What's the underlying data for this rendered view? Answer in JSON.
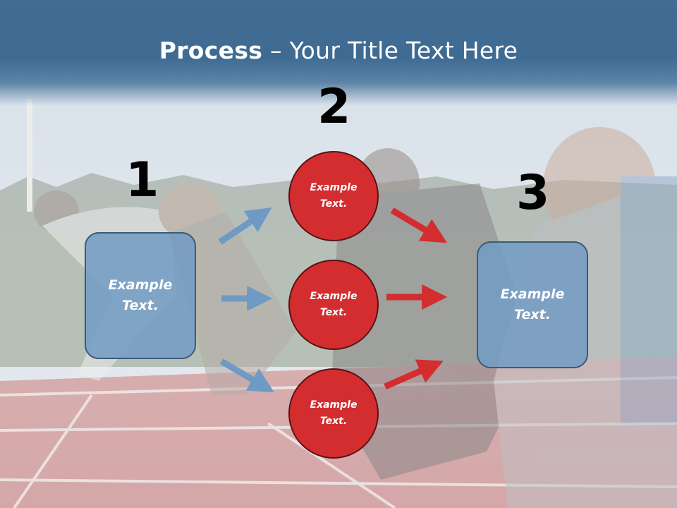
{
  "title": {
    "bold": "Process",
    "rest": " – Your Title Text Here"
  },
  "steps": [
    {
      "number": "1",
      "box_line1": "Example",
      "box_line2": "Text."
    },
    {
      "number": "2",
      "circles": [
        {
          "line1": "Example",
          "line2": "Text."
        },
        {
          "line1": "Example",
          "line2": "Text."
        },
        {
          "line1": "Example",
          "line2": "Text."
        }
      ]
    },
    {
      "number": "3",
      "box_line1": "Example",
      "box_line2": "Text."
    }
  ],
  "colors": {
    "title_band": "#416d94",
    "box_fill": "#749cc4",
    "circle_fill": "#d32d30",
    "arrow_blue": "#6f9ac4",
    "arrow_red": "#d32d30"
  }
}
